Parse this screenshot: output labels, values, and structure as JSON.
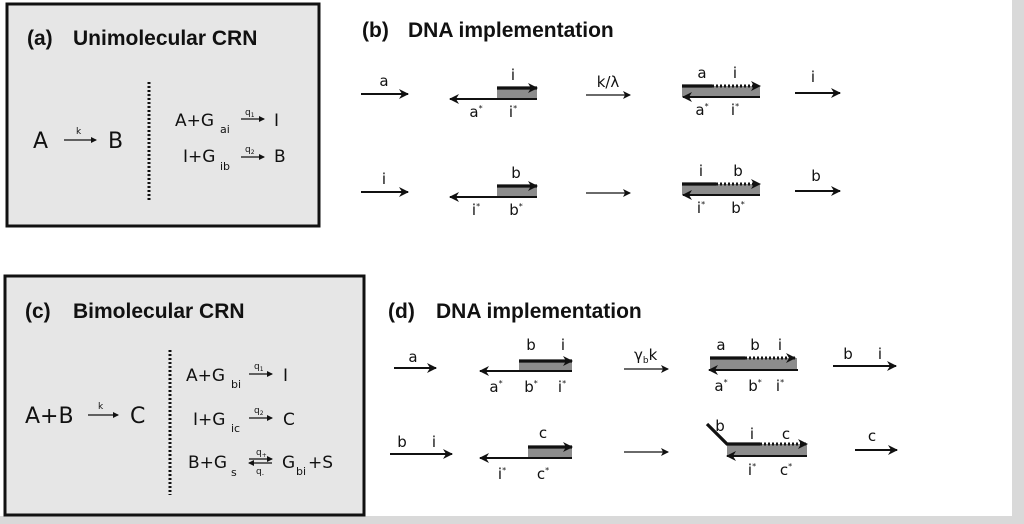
{
  "panel_a": {
    "label": "(a)",
    "title": "Unimolecular CRN",
    "reaction": {
      "left": "A",
      "rate": "k",
      "right": "B"
    },
    "impl": [
      {
        "left": "A+G",
        "sub": "ai",
        "rate": "q",
        "rate_sub": "1",
        "right": "I"
      },
      {
        "left": "I+G",
        "sub": "ib",
        "rate": "q",
        "rate_sub": "2",
        "right": "B"
      }
    ]
  },
  "panel_b": {
    "label": "(b)",
    "title": "DNA implementation",
    "row1": {
      "input": "a",
      "gate_top": "i",
      "gate_bottom": [
        "a*",
        "i*"
      ],
      "rate": "k/λ",
      "product_top": [
        "a",
        "i"
      ],
      "product_bottom": [
        "a*",
        "i*"
      ],
      "output": "i"
    },
    "row2": {
      "input": "i",
      "gate_top": "b",
      "gate_bottom": [
        "i*",
        "b*"
      ],
      "product_top": [
        "i",
        "b"
      ],
      "product_bottom": [
        "i*",
        "b*"
      ],
      "output": "b"
    }
  },
  "panel_c": {
    "label": "(c)",
    "title": "Bimolecular CRN",
    "reaction": {
      "left": "A+B",
      "rate": "k",
      "right": "C"
    },
    "impl": [
      {
        "left": "A+G",
        "sub": "bi",
        "rate": "q",
        "rate_sub": "1",
        "right": "I"
      },
      {
        "left": "I+G",
        "sub": "ic",
        "rate": "q",
        "rate_sub": "2",
        "right": "C"
      },
      {
        "left": "B+G",
        "sub": "s",
        "rate_fwd": "q",
        "rate_fwd_sub": "+",
        "rate_rev": "q",
        "rate_rev_sub": "-",
        "right": "G",
        "right_sub": "bi",
        "right_tail": "+S"
      }
    ]
  },
  "panel_d": {
    "label": "(d)",
    "title": "DNA implementation",
    "row1": {
      "input": "a",
      "gate_top": [
        "b",
        "i"
      ],
      "gate_bottom": [
        "a*",
        "b*",
        "i*"
      ],
      "rate": "γ",
      "rate_sub": "b",
      "rate_tail": "k",
      "product_top": [
        "a",
        "b",
        "i"
      ],
      "product_bottom": [
        "a*",
        "b*",
        "i*"
      ],
      "output": [
        "b",
        "i"
      ]
    },
    "row2": {
      "input": [
        "b",
        "i"
      ],
      "gate_top": "c",
      "gate_bottom": [
        "i*",
        "c*"
      ],
      "product_top": [
        "b",
        "i",
        "c"
      ],
      "product_bottom": [
        "i*",
        "c*"
      ],
      "output": "c"
    }
  }
}
